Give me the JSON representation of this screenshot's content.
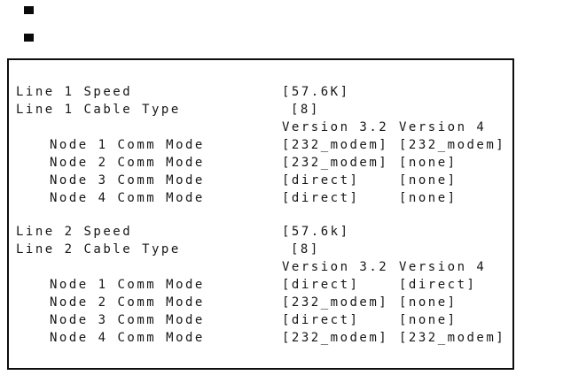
{
  "panel": {
    "sections": [
      {
        "speed": {
          "label": "Line 1 Speed",
          "value": "[57.6K]"
        },
        "cable": {
          "label": "Line 1 Cable Type",
          "value": "[8]"
        },
        "headers": {
          "col1": "Version 3.2",
          "col2": "Version 4"
        },
        "nodes": [
          {
            "label": "Node 1 Comm Mode",
            "v32": "[232_modem]",
            "v4": "[232_modem]"
          },
          {
            "label": "Node 2 Comm Mode",
            "v32": "[232_modem]",
            "v4": "[none]"
          },
          {
            "label": "Node 3 Comm Mode",
            "v32": "[direct]",
            "v4": "[none]"
          },
          {
            "label": "Node 4 Comm Mode",
            "v32": "[direct]",
            "v4": "[none]"
          }
        ]
      },
      {
        "speed": {
          "label": "Line 2 Speed",
          "value": "[57.6k]"
        },
        "cable": {
          "label": "Line 2 Cable Type",
          "value": "[8]"
        },
        "headers": {
          "col1": "Version 3.2",
          "col2": "Version 4"
        },
        "nodes": [
          {
            "label": "Node 1 Comm Mode",
            "v32": "[direct]",
            "v4": "[direct]"
          },
          {
            "label": "Node 2 Comm Mode",
            "v32": "[232_modem]",
            "v4": "[none]"
          },
          {
            "label": "Node 3 Comm Mode",
            "v32": "[direct]",
            "v4": "[none]"
          },
          {
            "label": "Node 4 Comm Mode",
            "v32": "[232_modem]",
            "v4": "[232_modem]"
          }
        ]
      }
    ]
  }
}
